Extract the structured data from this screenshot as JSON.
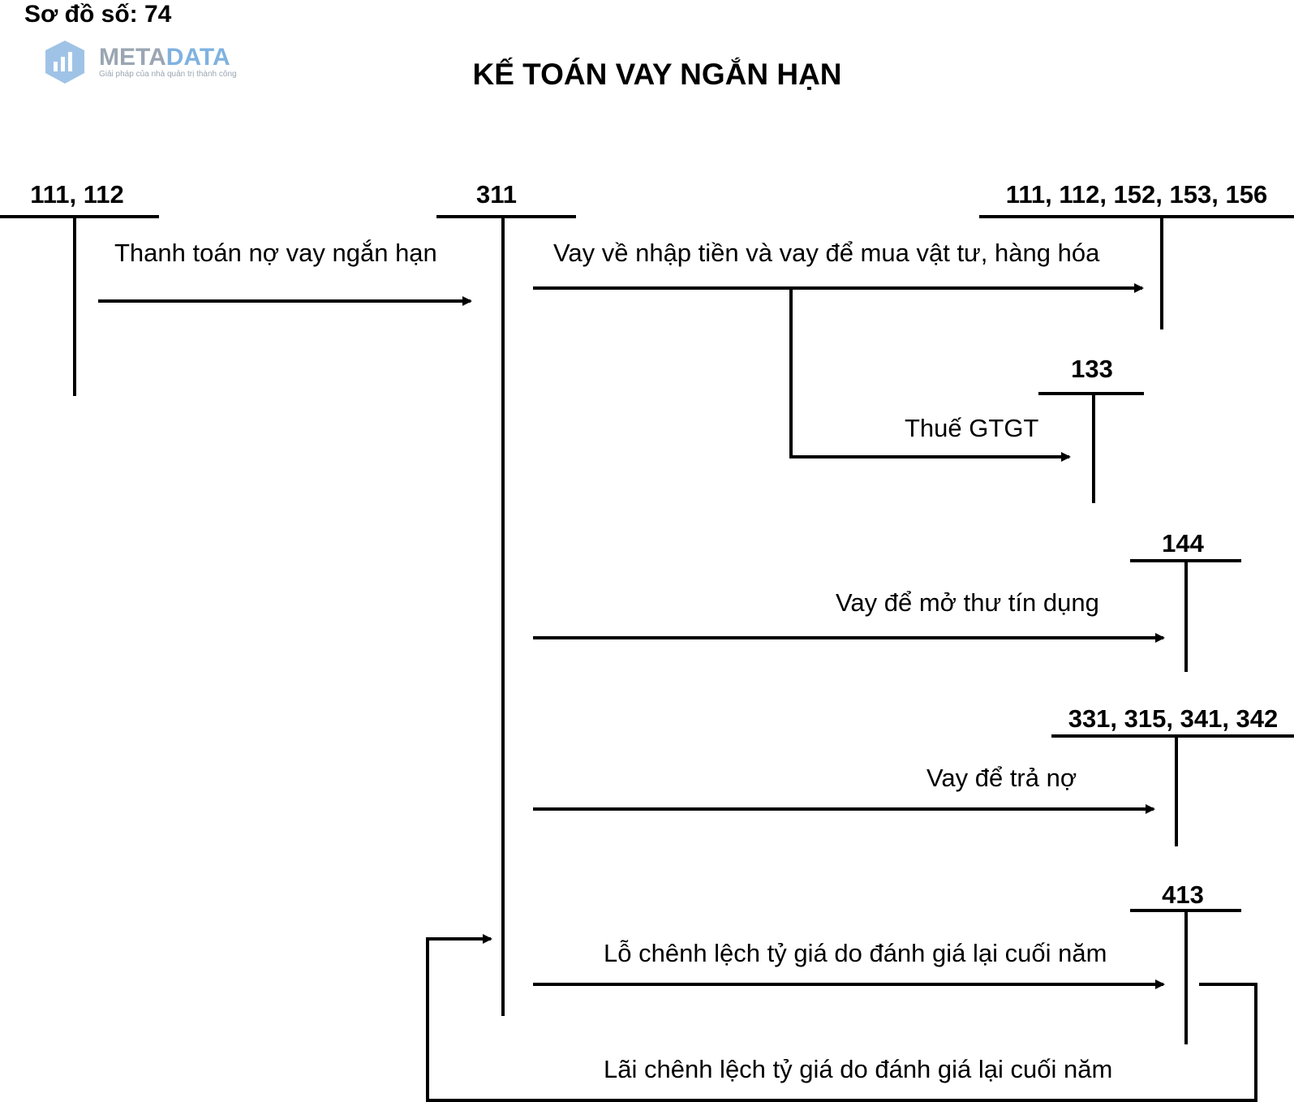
{
  "header": {
    "diagram_number": "Sơ đồ số: 74"
  },
  "logo": {
    "name_part1": "META",
    "name_part2": "DATA",
    "tagline": "Giải pháp của nhà quản trị thành công"
  },
  "title": "KẾ TOÁN VAY NGẮN HẠN",
  "accounts": {
    "a111_112": "111, 112",
    "a311": "311",
    "a111_156": "111, 112, 152, 153, 156",
    "a133": "133",
    "a144": "144",
    "a331_342": "331, 315, 341, 342",
    "a413": "413"
  },
  "entries": {
    "repay": "Thanh toán nợ vay ngắn hạn",
    "borrow_goods": "Vay về nhập tiền và vay để mua vật tư, hàng hóa",
    "vat": "Thuế GTGT",
    "letter_of_credit": "Vay để mở thư tín dụng",
    "pay_debt": "Vay để trả nợ",
    "fx_loss": "Lỗ chênh lệch tỷ giá do đánh giá lại cuối năm",
    "fx_gain": "Lãi chênh lệch tỷ giá do đánh giá lại cuối năm"
  },
  "colors": {
    "line": "#000000",
    "logo_gray": "#9aa6b2",
    "logo_blue": "#7fb2e0"
  }
}
